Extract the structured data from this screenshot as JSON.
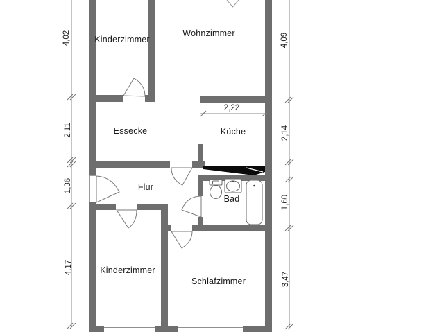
{
  "rooms": {
    "kinderzimmer_top": "Kinderzimmer",
    "wohnzimmer": "Wohnzimmer",
    "essecke": "Essecke",
    "kueche": "Küche",
    "flur": "Flur",
    "bad": "Bad",
    "kinderzimmer_bottom": "Kinderzimmer",
    "schlafzimmer": "Schlafzimmer"
  },
  "dimensions": {
    "left": [
      "4,02",
      "2,11",
      "1,36",
      "4,17"
    ],
    "right": [
      "4,09",
      "2,14",
      "1,60",
      "3,47"
    ],
    "kueche_width": "2,22"
  },
  "colors": {
    "wall": "#6e6e6e",
    "line": "#8a8a8a",
    "text": "#1a1a1a",
    "shaft": "#0a0a0a"
  }
}
